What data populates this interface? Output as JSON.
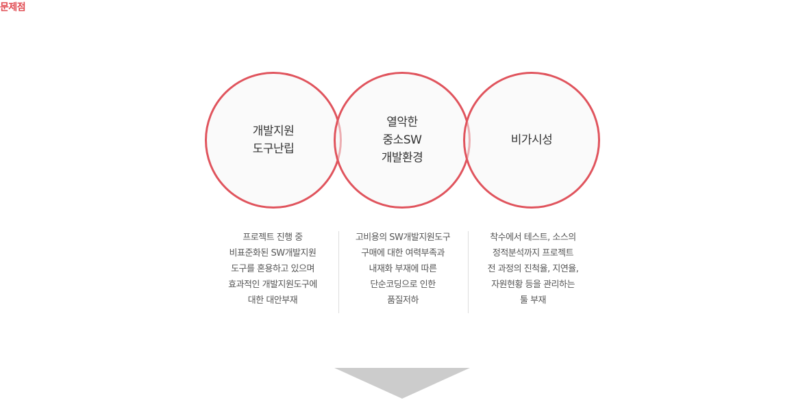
{
  "section": {
    "title": "문제점"
  },
  "circles": [
    {
      "label": "개발지원\n도구난립"
    },
    {
      "label": "열악한\n중소SW\n개발환경"
    },
    {
      "label": "비가시성"
    }
  ],
  "descriptions": [
    {
      "text": "프로젝트 진행 중\n비표준화된 SW개발지원\n도구를 혼용하고 있으며\n효과적인 개발지원도구에\n대한 대안부재"
    },
    {
      "text": "고비용의 SW개발지원도구\n구매에 대한 여력부족과\n내재화 부재에 따른\n단순코딩으로 인한\n품질저하"
    },
    {
      "text": "착수에서 테스트, 소스의\n정적분석까지 프로젝트\n전 과정의 진척율, 지연율,\n자원현황 등을 관리하는\n툴 부재"
    }
  ],
  "colors": {
    "accent": "#e0545d",
    "title": "#e0484f",
    "arrow": "#cccccc"
  },
  "icons": {
    "arrow": "down-triangle-arrow"
  }
}
